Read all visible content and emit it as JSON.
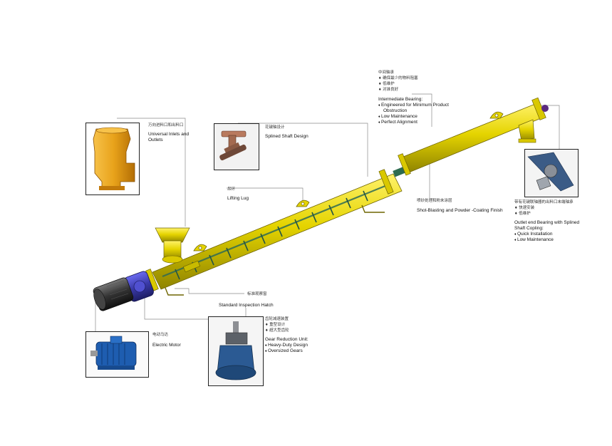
{
  "labels": {
    "inlets": {
      "cn": "万向进料口和出料口",
      "en_lines": [
        "Universal Inlets and",
        "Outlets"
      ]
    },
    "splined": {
      "cn": "花键轴设计",
      "en": "Splined Shaft Design"
    },
    "lifting": {
      "cn": "吊环",
      "en": "Lifting Lug"
    },
    "intermediate": {
      "cn": "中间轴承",
      "cn_items": [
        "确保最少的物料阻塞",
        "低维护",
        "对准良好"
      ],
      "en": "Intermediate Bearing:",
      "en_items": [
        "Engineered for Minimum Product",
        "Low Maintenance",
        "Perfect Alignment"
      ],
      "en_cont": "Obstruction"
    },
    "finish": {
      "cn": "喷砂处理和粉末涂层",
      "en": "Shot-Blasting and Powder -Coating Finish"
    },
    "outlet_bearing": {
      "cn": "带有花键联轴器的出料口末端轴承",
      "cn_items": [
        "快速安装",
        "低维护"
      ],
      "en_lines": [
        "Outlet end Bearing with Splined",
        "Shaft Copling:"
      ],
      "en_items": [
        "Quick Installation",
        "Low Maintenance"
      ]
    },
    "hatch": {
      "cn": "标准观察窗",
      "en": "Standard Inspection Hatch"
    },
    "motor": {
      "cn": "电动马达",
      "en": "Electric Motor"
    },
    "gear": {
      "cn": "齿轮减速装置",
      "cn_items": [
        "重型设计",
        "超大型齿轮"
      ],
      "en": "Gear Reduction Unit:",
      "en_items": [
        "Heavy-Duty Design",
        "Oversized Gears"
      ]
    }
  },
  "colors": {
    "tube": "#e5d400",
    "tube_dark": "#a89b00",
    "hopper": "#e8a21a",
    "motor": "#1e5db0",
    "gearbox": "#3a3aa8",
    "gray": "#555555",
    "leader": "#8a8a8a"
  },
  "icons": {
    "hopper_photo": "orange-hopper-photo",
    "splined_photo": "splined-shaft-photo",
    "bearing_photo": "outlet-bearing-photo",
    "motor_photo": "electric-motor-photo",
    "gear_photo": "gear-reducer-photo"
  }
}
